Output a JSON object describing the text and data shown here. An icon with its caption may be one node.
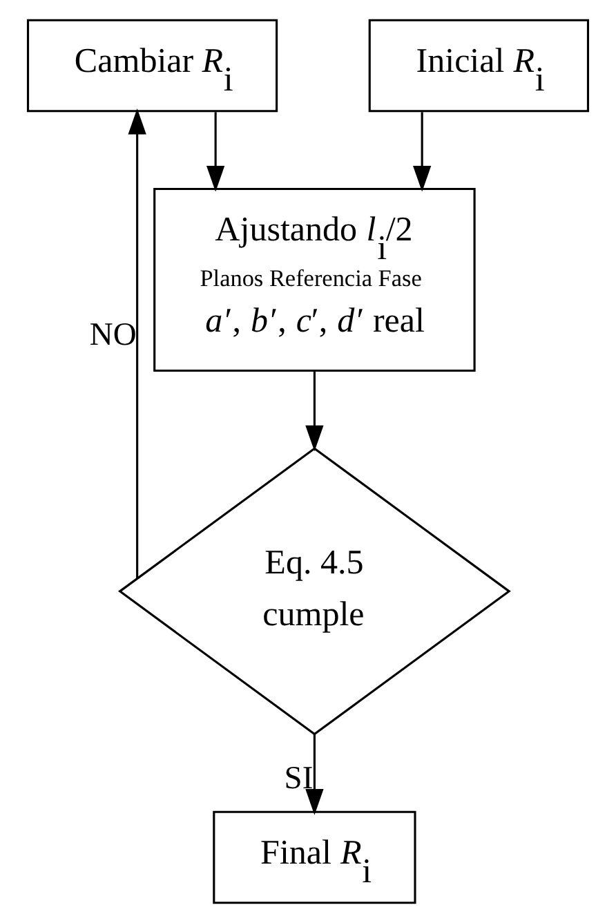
{
  "diagram": {
    "nodes": [
      {
        "text": [
          "Inicial *R*$_{i}$"
        ]
      },
      {
        "text": [
          "Cambiar *R*$_{i}$"
        ]
      },
      {
        "text": [
          "Ajustando *l*$_{i}$/2",
          "Planos Referencia Fase",
          "*a*′, *b*′, *c*′, *d*′ real"
        ]
      },
      {
        "text": [
          "Eq. 4.5",
          "cumple"
        ]
      },
      {
        "text": [
          "Final *R*$_{i}$"
        ]
      }
    ],
    "edges": [
      {
        "from": 0,
        "to": 2,
        "arrow": "to"
      },
      {
        "from": 1,
        "to": 2,
        "arrow": "to"
      },
      {
        "from": 2,
        "to": 3,
        "arrow": "to"
      },
      {
        "from": 3,
        "to": 1,
        "arrow": "to",
        "label": "NO"
      },
      {
        "from": 3,
        "to": 4,
        "arrow": "to",
        "label": "SI"
      }
    ]
  }
}
